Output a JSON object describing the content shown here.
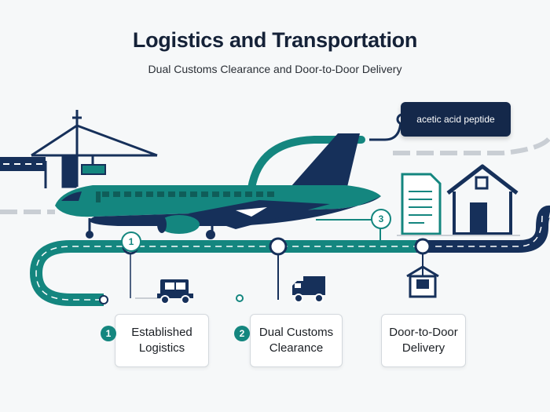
{
  "header": {
    "title": "Logistics and Transportation",
    "subtitle": "Dual Customs Clearance and Door-to-Door Delivery"
  },
  "callout": {
    "label": "acetic acid peptide"
  },
  "markers": {
    "one": "1",
    "three": "3"
  },
  "steps": [
    {
      "number": "1",
      "line1": "Established",
      "line2": "Logistics",
      "icon": "truck-icon"
    },
    {
      "number": "2",
      "line1": "Dual Customs",
      "line2": "Clearance",
      "icon": "truck-icon"
    },
    {
      "number": "",
      "line1": "Door-to-Door",
      "line2": "Delivery",
      "icon": "package-icon"
    }
  ],
  "colors": {
    "navy": "#14284a",
    "teal": "#14867f",
    "road": "#16305a"
  }
}
